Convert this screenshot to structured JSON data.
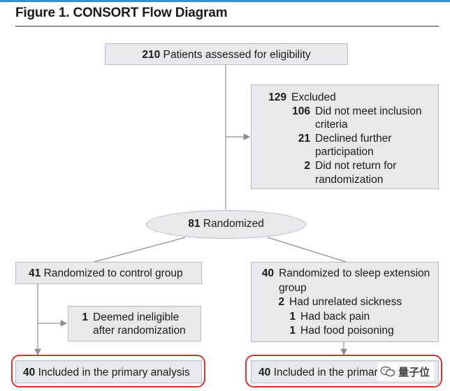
{
  "figure": {
    "title": "Figure 1. CONSORT Flow Diagram"
  },
  "assessed": {
    "n": "210",
    "label": "Patients assessed for eligibility"
  },
  "excluded": {
    "n": "129",
    "label": "Excluded",
    "reasons": [
      {
        "n": "106",
        "line1": "Did not meet inclusion",
        "line2": "criteria"
      },
      {
        "n": "21",
        "line1": "Declined further",
        "line2": "participation"
      },
      {
        "n": "2",
        "line1": "Did not return for",
        "line2": "randomization"
      }
    ]
  },
  "randomized": {
    "n": "81",
    "label": "Randomized"
  },
  "control": {
    "n": "41",
    "label": "Randomized to control group",
    "ineligible": {
      "n": "1",
      "line1": "Deemed ineligible",
      "line2": "after randomization"
    },
    "included": {
      "n": "40",
      "label": "Included in the primary analysis"
    }
  },
  "sleep": {
    "n": "40",
    "line1": "Randomized to sleep extension",
    "line2": "group",
    "sickness": {
      "n": "2",
      "label": "Had unrelated sickness"
    },
    "sub": [
      {
        "n": "1",
        "label": "Had back pain"
      },
      {
        "n": "1",
        "label": "Had food poisoning"
      }
    ],
    "included": {
      "n": "40",
      "label": "Included in the primary analysis"
    }
  },
  "watermark": {
    "text": "量子位"
  },
  "colors": {
    "box_fill": "#e6e9ee",
    "box_border": "#b7bcc3",
    "highlight": "#d8322d",
    "arrow": "#8a8f96",
    "accent": "#3a8fc8"
  }
}
